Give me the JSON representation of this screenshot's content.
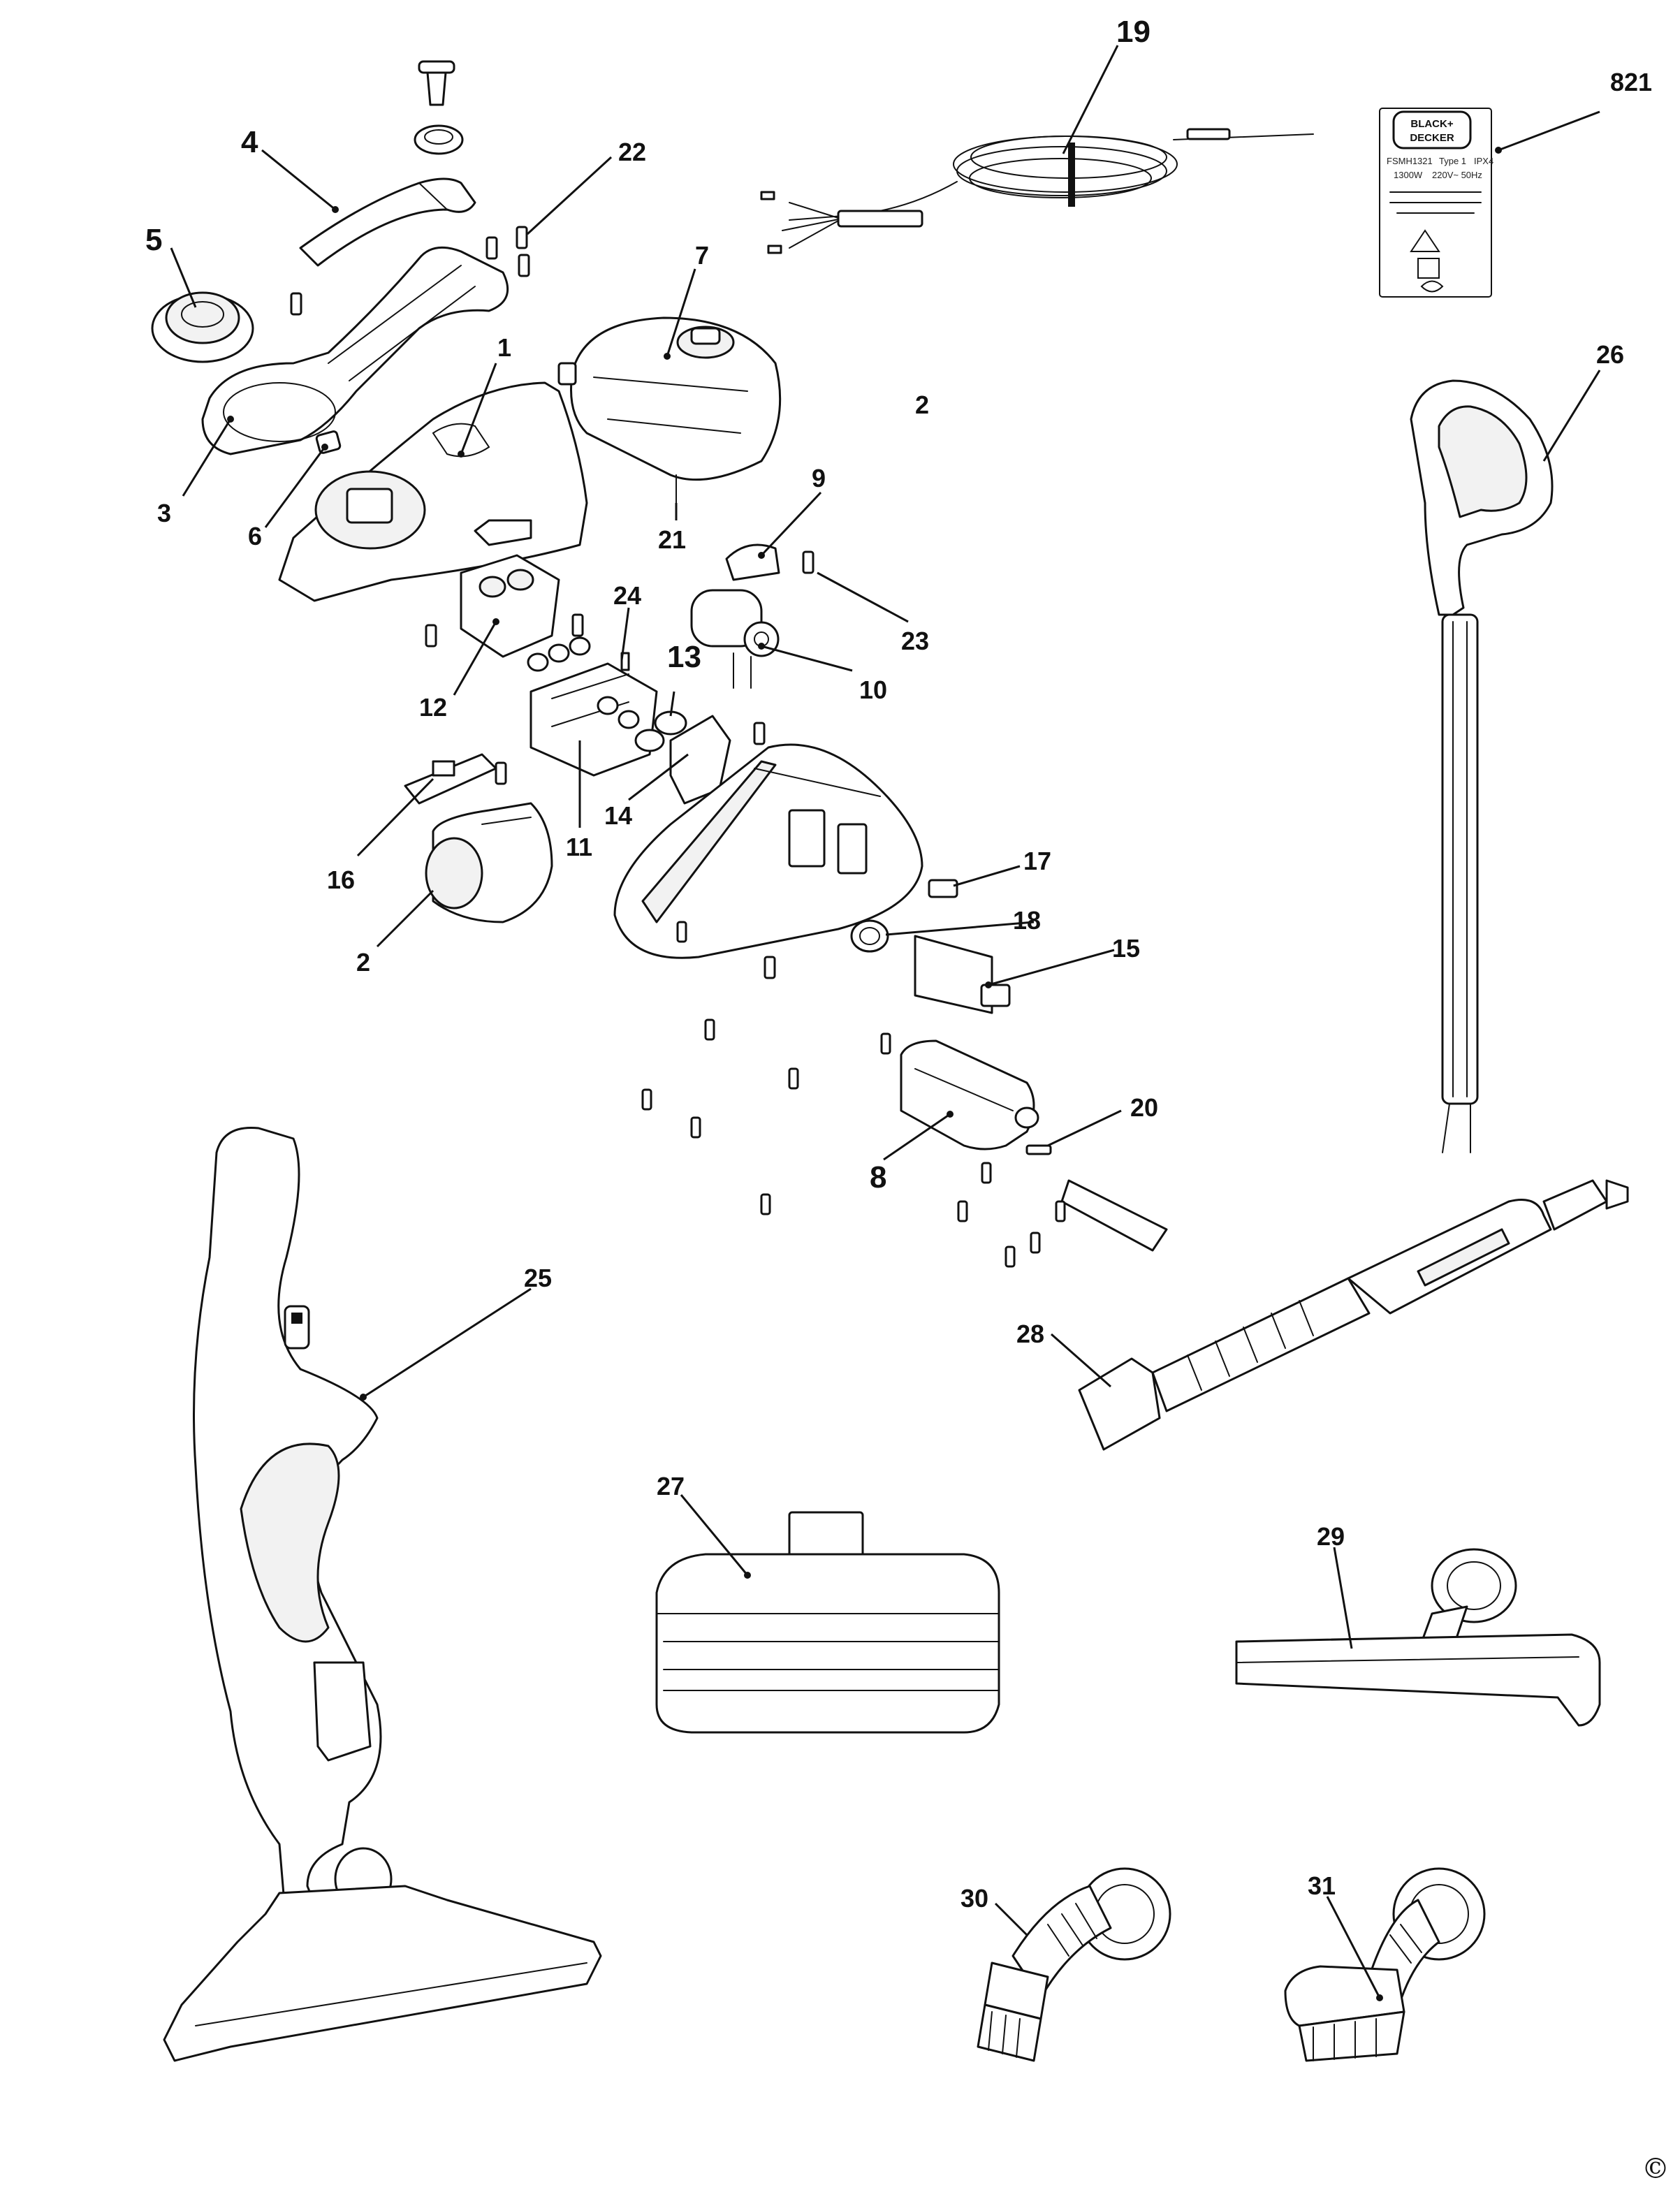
{
  "diagram": {
    "copyright_symbol": "©",
    "brand_label": {
      "line1": "BLACK+",
      "line2": "DECKER",
      "model_text": "FSMH1321",
      "type_text": "Type 1",
      "rating_text": "IPX4",
      "power_text": "1300W",
      "voltage_text": "220V~ 50Hz"
    },
    "callouts": [
      {
        "id": "c1",
        "text": "1"
      },
      {
        "id": "c2a",
        "text": "2"
      },
      {
        "id": "c2b",
        "text": "2"
      },
      {
        "id": "c3",
        "text": "3"
      },
      {
        "id": "c4",
        "text": "4"
      },
      {
        "id": "c5",
        "text": "5"
      },
      {
        "id": "c6",
        "text": "6"
      },
      {
        "id": "c7",
        "text": "7"
      },
      {
        "id": "c8",
        "text": "8"
      },
      {
        "id": "c9",
        "text": "9"
      },
      {
        "id": "c10",
        "text": "10"
      },
      {
        "id": "c11",
        "text": "11"
      },
      {
        "id": "c12",
        "text": "12"
      },
      {
        "id": "c13",
        "text": "13"
      },
      {
        "id": "c14",
        "text": "14"
      },
      {
        "id": "c15",
        "text": "15"
      },
      {
        "id": "c16",
        "text": "16"
      },
      {
        "id": "c17",
        "text": "17"
      },
      {
        "id": "c18",
        "text": "18"
      },
      {
        "id": "c19",
        "text": "19"
      },
      {
        "id": "c20",
        "text": "20"
      },
      {
        "id": "c21",
        "text": "21"
      },
      {
        "id": "c22",
        "text": "22"
      },
      {
        "id": "c23",
        "text": "23"
      },
      {
        "id": "c24",
        "text": "24"
      },
      {
        "id": "c25",
        "text": "25"
      },
      {
        "id": "c26",
        "text": "26"
      },
      {
        "id": "c27",
        "text": "27"
      },
      {
        "id": "c28",
        "text": "28"
      },
      {
        "id": "c29",
        "text": "29"
      },
      {
        "id": "c30",
        "text": "30"
      },
      {
        "id": "c31",
        "text": "31"
      },
      {
        "id": "c821",
        "text": "821"
      }
    ]
  }
}
